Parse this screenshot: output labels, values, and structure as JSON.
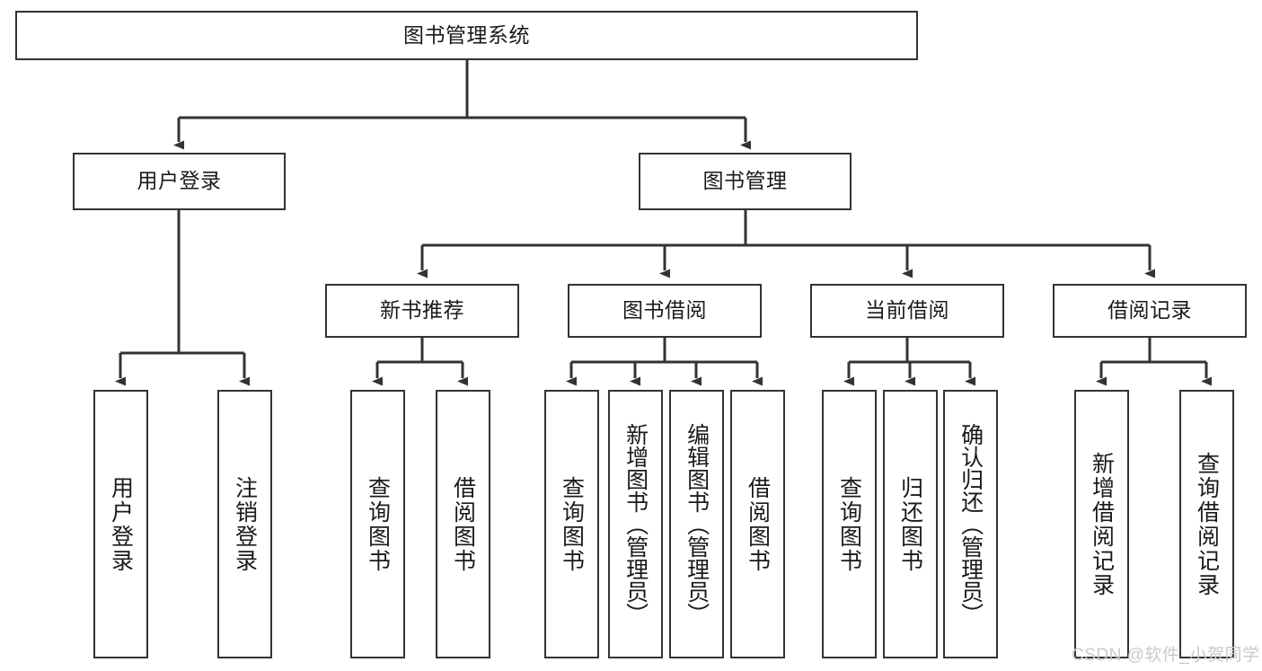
{
  "diagram": {
    "type": "hierarchy-tree",
    "title": "图书管理系统",
    "orientation": "top-down",
    "colors": {
      "box_border": "#333333",
      "box_fill": "#ffffff",
      "edge": "#333333",
      "text": "#1a1a1a",
      "watermark": "#c9c9c9"
    },
    "levels": {
      "root": {
        "label": "图书管理系统"
      },
      "level2": [
        {
          "id": "user-login",
          "label": "用户登录"
        },
        {
          "id": "book-management",
          "label": "图书管理"
        }
      ],
      "level3": [
        {
          "id": "new-book-recommend",
          "label": "新书推荐",
          "parent": "book-management"
        },
        {
          "id": "book-borrow",
          "label": "图书借阅",
          "parent": "book-management"
        },
        {
          "id": "current-borrow",
          "label": "当前借阅",
          "parent": "book-management"
        },
        {
          "id": "borrow-record",
          "label": "借阅记录",
          "parent": "book-management"
        }
      ],
      "leaves": [
        {
          "id": "leaf-user-login",
          "label": "用户登录",
          "parent": "user-login"
        },
        {
          "id": "leaf-logout-login",
          "label": "注销登录",
          "parent": "user-login"
        },
        {
          "id": "leaf-query-book-1",
          "label": "查询图书",
          "parent": "new-book-recommend"
        },
        {
          "id": "leaf-borrow-book-1",
          "label": "借阅图书",
          "parent": "new-book-recommend"
        },
        {
          "id": "leaf-query-book-2",
          "label": "查询图书",
          "parent": "book-borrow"
        },
        {
          "id": "leaf-add-book",
          "label": "新增图书（管理员）",
          "parent": "book-borrow"
        },
        {
          "id": "leaf-edit-book",
          "label": "编辑图书（管理员）",
          "parent": "book-borrow"
        },
        {
          "id": "leaf-borrow-book-2",
          "label": "借阅图书",
          "parent": "book-borrow"
        },
        {
          "id": "leaf-query-book-3",
          "label": "查询图书",
          "parent": "current-borrow"
        },
        {
          "id": "leaf-return-book",
          "label": "归还图书",
          "parent": "current-borrow"
        },
        {
          "id": "leaf-confirm-return",
          "label": "确认归还（管理员）",
          "parent": "current-borrow"
        },
        {
          "id": "leaf-add-record",
          "label": "新增借阅记录",
          "parent": "borrow-record"
        },
        {
          "id": "leaf-query-record",
          "label": "查询借阅记录",
          "parent": "borrow-record"
        }
      ]
    }
  },
  "watermark": {
    "text": "CSDN @软件_小贺同学"
  }
}
